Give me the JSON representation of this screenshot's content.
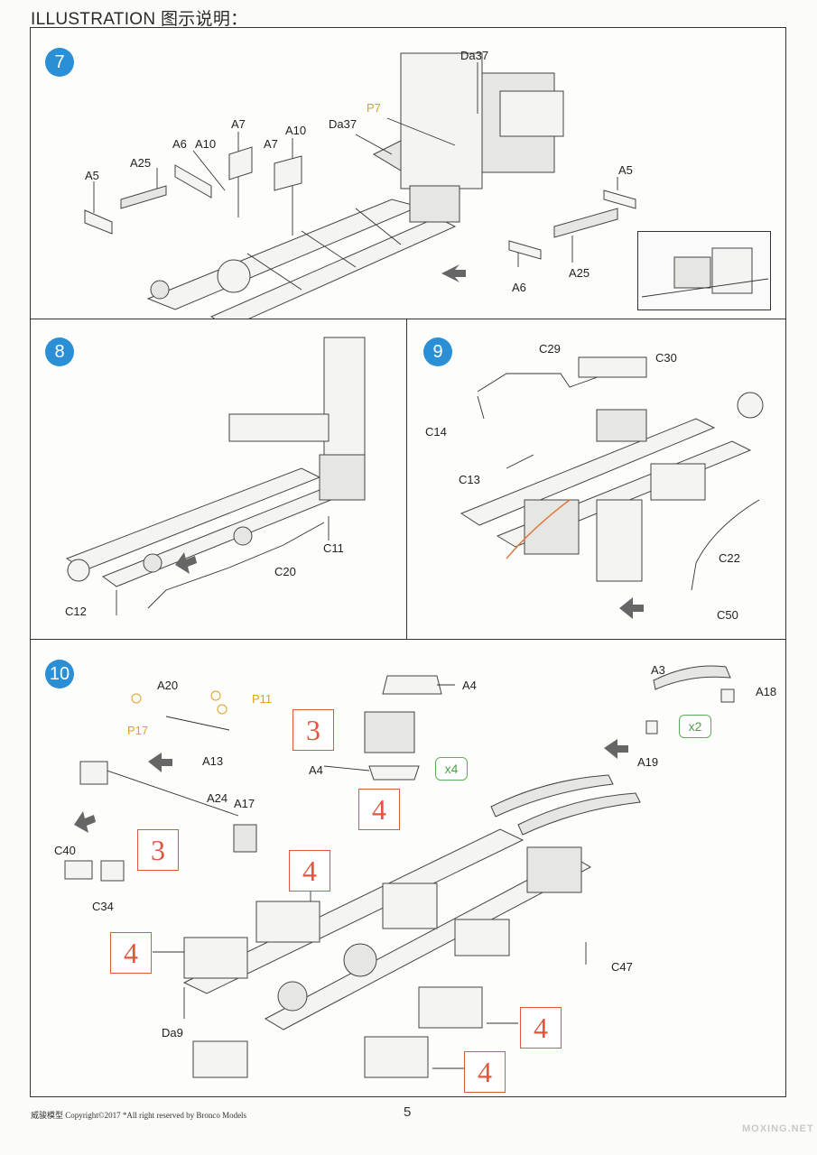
{
  "header": {
    "title": "ILLUSTRATION 图示说明："
  },
  "steps": {
    "s7": {
      "number": "7",
      "labels": {
        "da37_top": "Da37",
        "p7": "P7",
        "da37_mid": "Da37",
        "a7_l": "A7",
        "a10_r": "A10",
        "a6_l": "A6",
        "a10_l": "A10",
        "a7_r": "A7",
        "a25_l": "A25",
        "a5_l": "A5",
        "a5_r": "A5",
        "a25_r": "A25",
        "a6_r": "A6"
      }
    },
    "s8": {
      "number": "8",
      "labels": {
        "c11": "C11",
        "c20": "C20",
        "c12": "C12"
      }
    },
    "s9": {
      "number": "9",
      "labels": {
        "c29": "C29",
        "c30": "C30",
        "c14": "C14",
        "c13": "C13",
        "c22": "C22",
        "c50": "C50"
      }
    },
    "s10": {
      "number": "10",
      "labels": {
        "a20": "A20",
        "p11": "P11",
        "p17": "P17",
        "a13": "A13",
        "a4_top": "A4",
        "a4_bot": "A4",
        "a3": "A3",
        "a18": "A18",
        "a19": "A19",
        "a24": "A24",
        "a17": "A17",
        "c40": "C40",
        "c34": "C34",
        "c47": "C47",
        "da9": "Da9"
      },
      "multipliers": {
        "x4": "x4",
        "x2": "x2"
      },
      "refs": {
        "r3a": "3",
        "r3b": "3",
        "r4a": "4",
        "r4b": "4",
        "r4c": "4",
        "r4d": "4",
        "r4e": "4"
      }
    }
  },
  "colors": {
    "step_badge": "#2b8fd6",
    "ref_box": "#e2553f",
    "multiplier": "#5cae58",
    "photo_etch": "#e0a020"
  },
  "footer": {
    "copyright": "威骏模型  Copyright©2017  *All right reserved by Bronco Models",
    "page_number": "5",
    "watermark": "MOXING.NET"
  }
}
